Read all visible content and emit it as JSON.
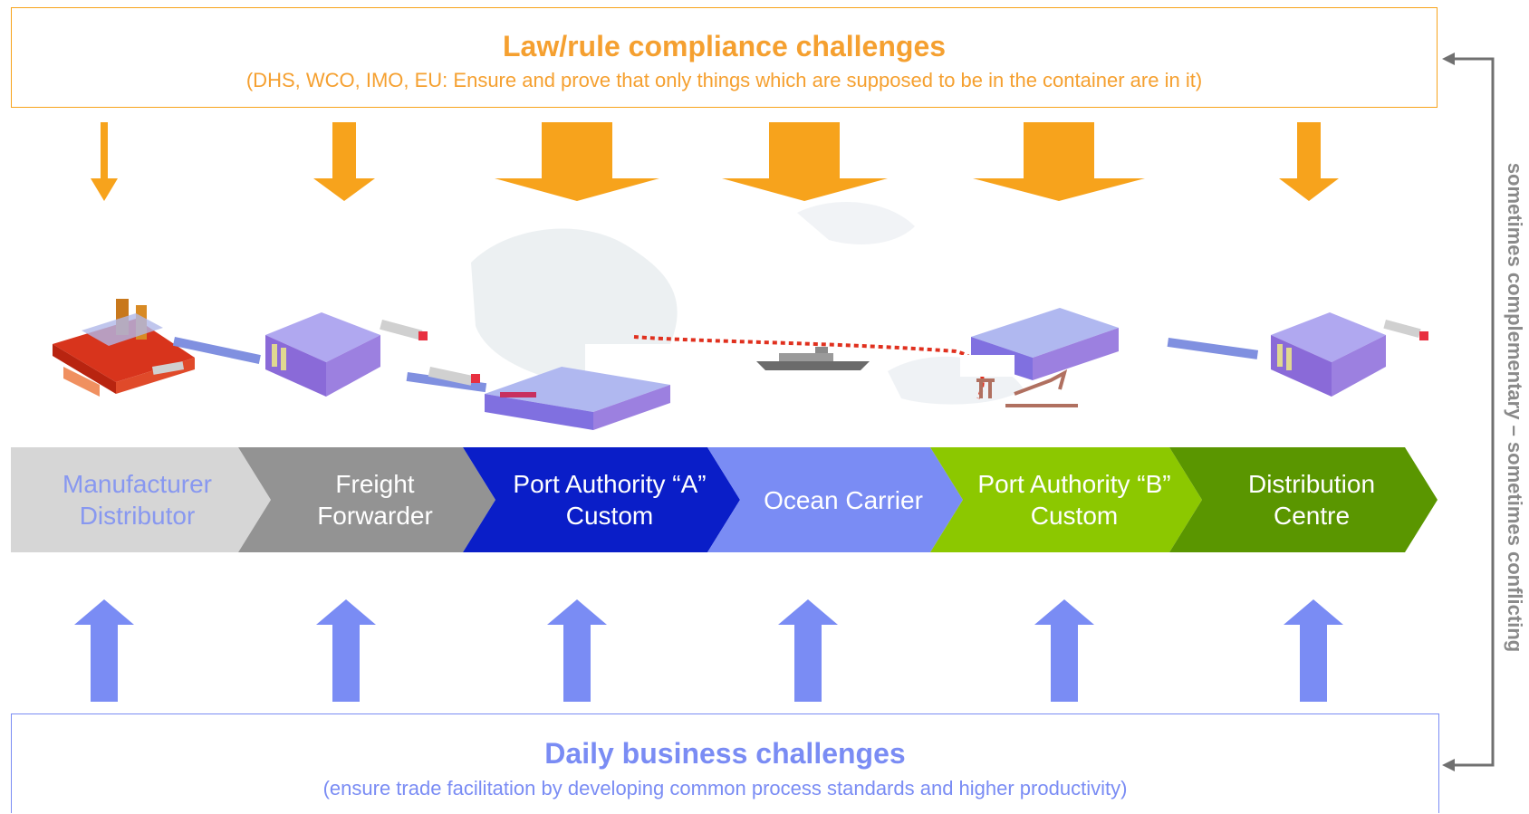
{
  "law_box": {
    "title": "Law/rule compliance challenges",
    "subtitle": "(DHS, WCO, IMO, EU: Ensure and prove that only things which are supposed to be in the container are in it)"
  },
  "business_box": {
    "title": "Daily business challenges",
    "subtitle": "(ensure trade facilitation by developing common process standards and higher productivity)"
  },
  "side_label": "sometimes complementary – sometimes conflicting",
  "chain": [
    {
      "line1": "Manufacturer",
      "line2": "Distributor",
      "fill": "#d6d6d6",
      "text_color": "#8898f0"
    },
    {
      "line1": "Freight",
      "line2": "Forwarder",
      "fill": "#939393",
      "text_color": "#ffffff"
    },
    {
      "line1": "Port Authority “A”",
      "line2": "Custom",
      "fill": "#0a1ec8",
      "text_color": "#ffffff"
    },
    {
      "line1": "Ocean Carrier",
      "line2": "",
      "fill": "#7a8cf4",
      "text_color": "#ffffff"
    },
    {
      "line1": "Port Authority “B”",
      "line2": "Custom",
      "fill": "#8cc800",
      "text_color": "#ffffff"
    },
    {
      "line1": "Distribution",
      "line2": "Centre",
      "fill": "#5a9600",
      "text_color": "#ffffff"
    }
  ],
  "colors": {
    "law_accent": "#f7a31c",
    "business_accent": "#7a8cf4",
    "connector": "#707070",
    "route_line": "#e0301e"
  },
  "icons": [
    "factory-icon",
    "warehouse-icon",
    "truck-icon",
    "ship-icon",
    "crane-icon"
  ]
}
